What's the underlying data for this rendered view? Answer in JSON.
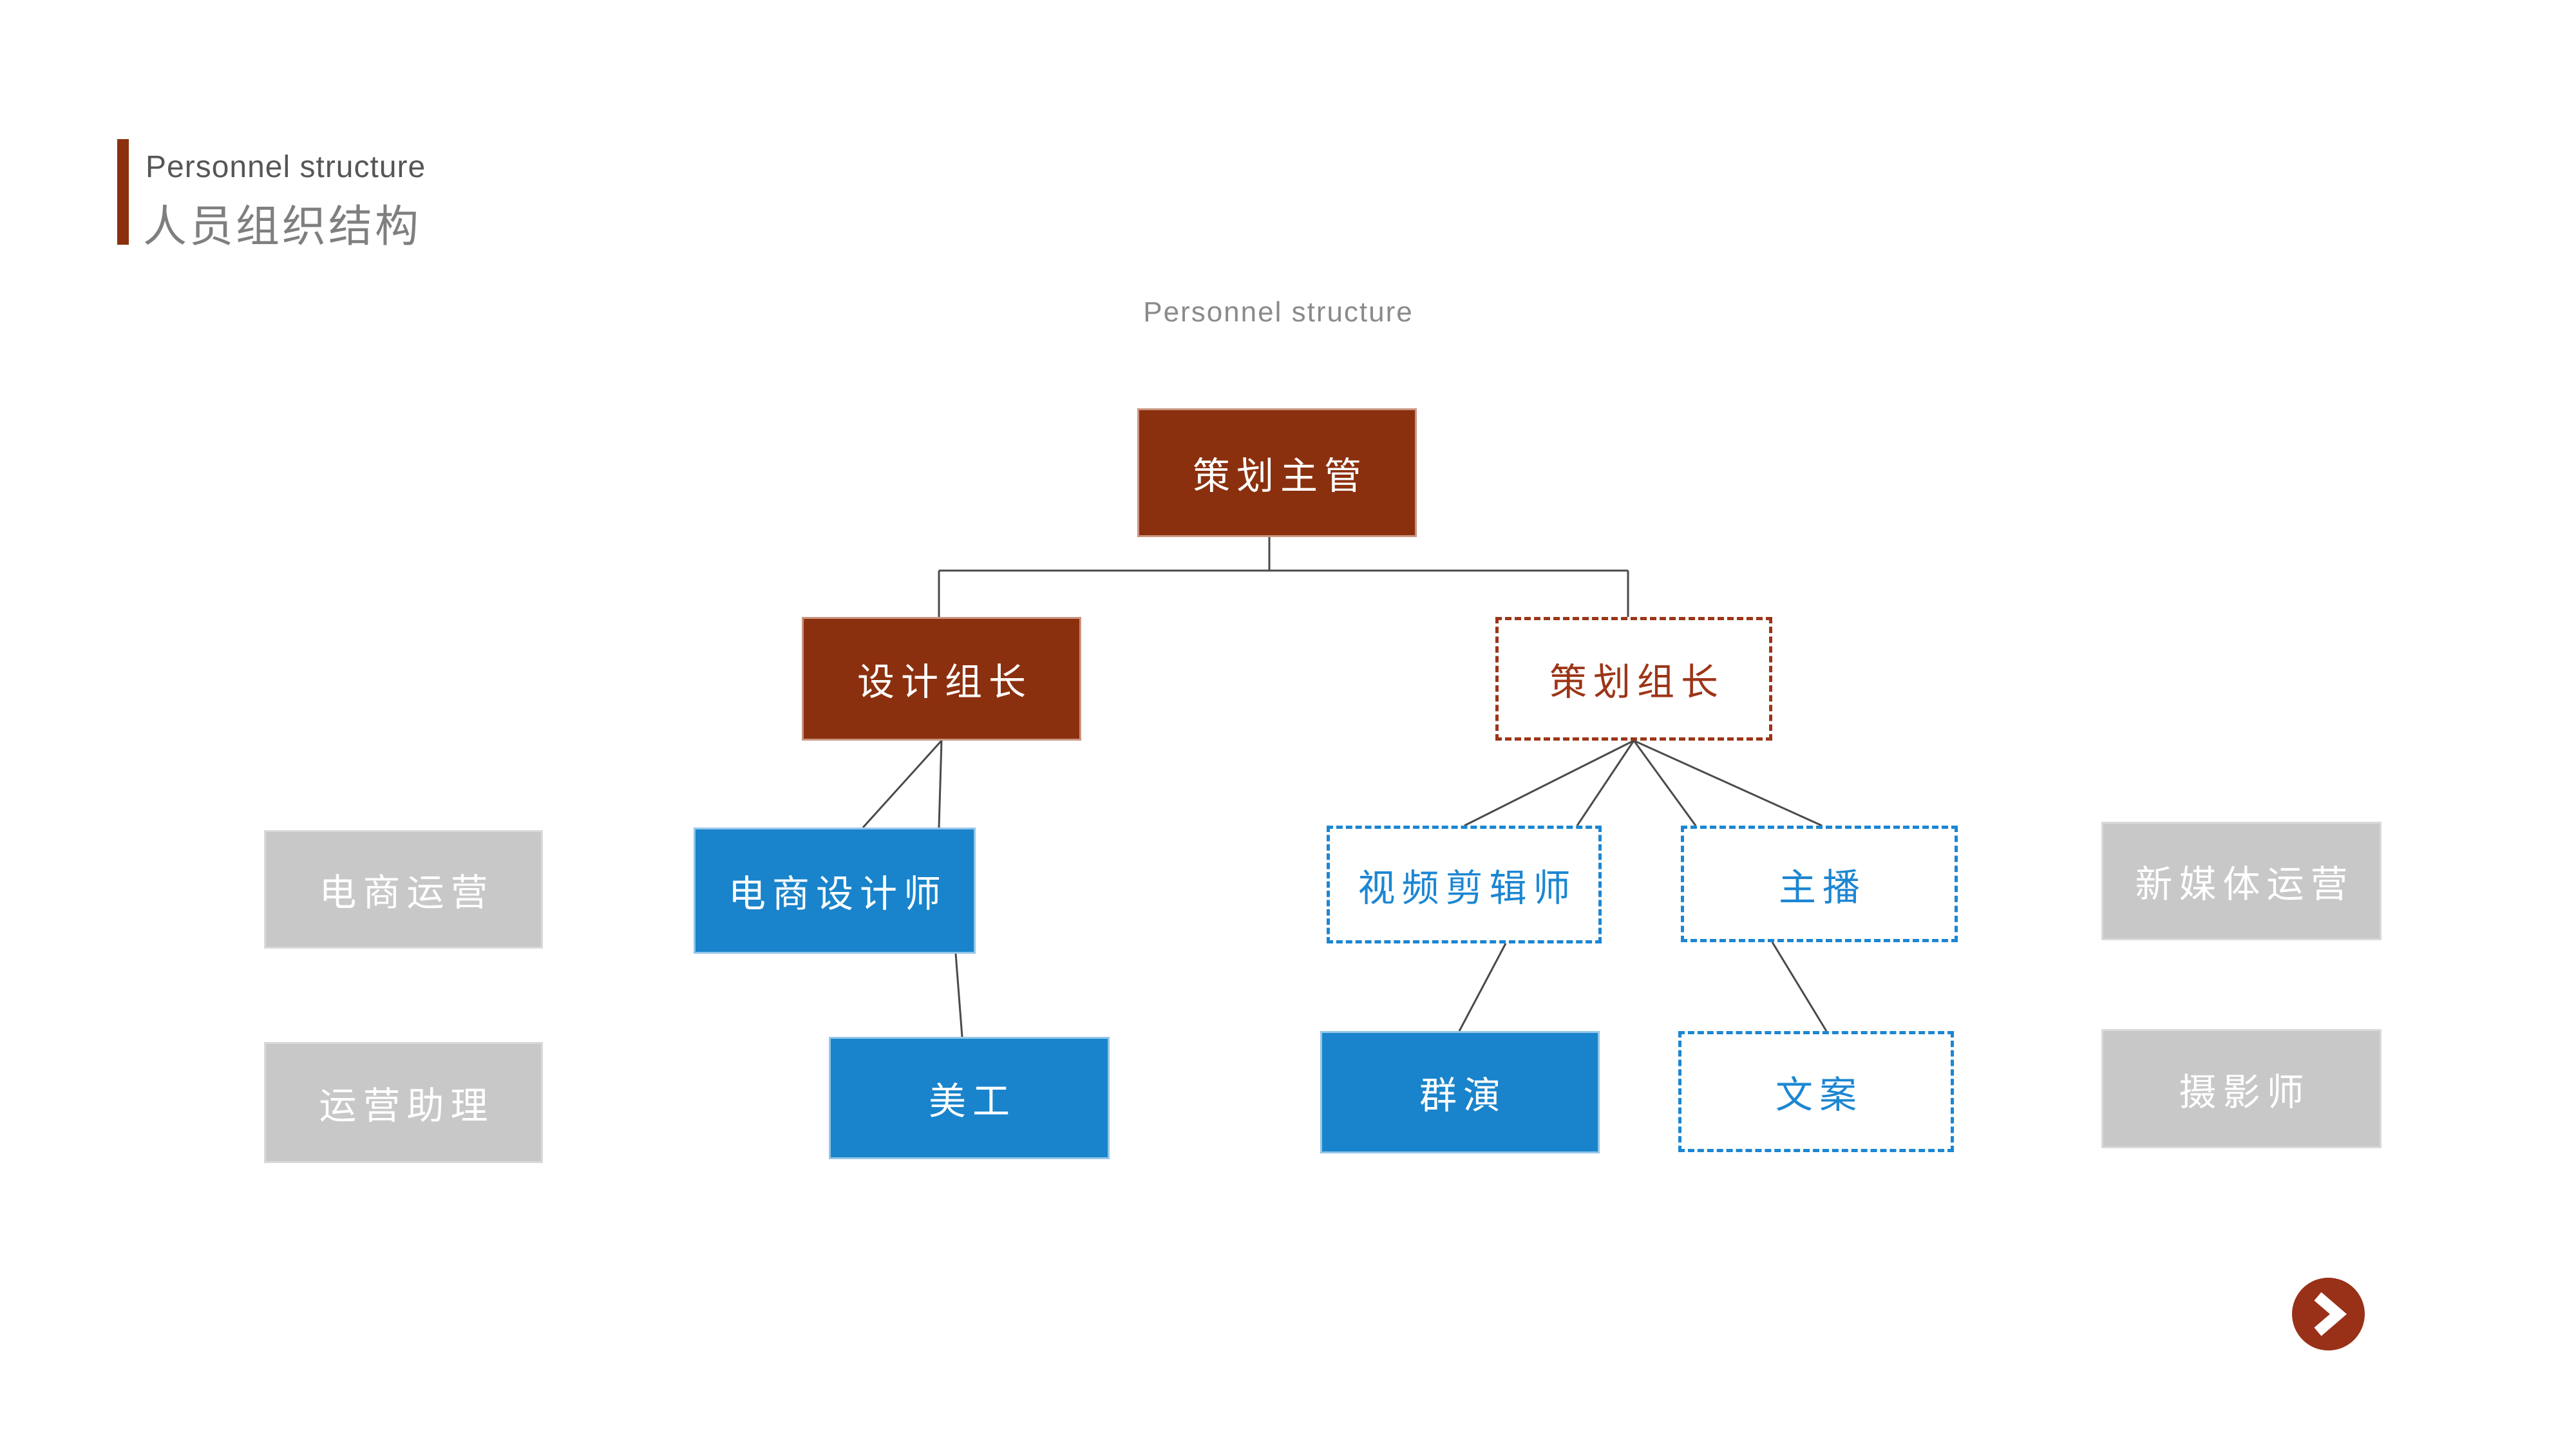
{
  "header": {
    "title_en": "Personnel structure",
    "title_zh": "人员组织结构"
  },
  "diagram": {
    "caption": "Personnel structure",
    "nodes": [
      {
        "id": "planning-supervisor",
        "label": "策划主管",
        "variant": "solid-red",
        "level": 1
      },
      {
        "id": "design-team-leader",
        "label": "设计组长",
        "variant": "solid-red",
        "level": 2
      },
      {
        "id": "planning-team-leader",
        "label": "策划组长",
        "variant": "dashed-red",
        "level": 2
      },
      {
        "id": "ecommerce-operations",
        "label": "电商运营",
        "variant": "gray",
        "level": 3
      },
      {
        "id": "ecommerce-designer",
        "label": "电商设计师",
        "variant": "solid-blue",
        "level": 3
      },
      {
        "id": "video-editor",
        "label": "视频剪辑师",
        "variant": "dashed-blue",
        "level": 3
      },
      {
        "id": "live-streamer",
        "label": "主播",
        "variant": "dashed-blue",
        "level": 3
      },
      {
        "id": "new-media-operations",
        "label": "新媒体运营",
        "variant": "gray",
        "level": 3
      },
      {
        "id": "operations-assistant",
        "label": "运营助理",
        "variant": "gray",
        "level": 4
      },
      {
        "id": "graphic-artist",
        "label": "美工",
        "variant": "solid-blue",
        "level": 4
      },
      {
        "id": "background-actors",
        "label": "群演",
        "variant": "solid-blue",
        "level": 4
      },
      {
        "id": "copywriter",
        "label": "文案",
        "variant": "dashed-blue",
        "level": 4
      },
      {
        "id": "photographer",
        "label": "摄影师",
        "variant": "gray",
        "level": 4
      }
    ],
    "edges": [
      {
        "from": "planning-supervisor",
        "to": "design-team-leader"
      },
      {
        "from": "planning-supervisor",
        "to": "planning-team-leader"
      },
      {
        "from": "design-team-leader",
        "to": "ecommerce-designer"
      },
      {
        "from": "ecommerce-designer",
        "to": "graphic-artist"
      },
      {
        "from": "planning-team-leader",
        "to": "video-editor"
      },
      {
        "from": "planning-team-leader",
        "to": "live-streamer"
      },
      {
        "from": "video-editor",
        "to": "background-actors"
      },
      {
        "from": "live-streamer",
        "to": "copywriter"
      }
    ]
  },
  "nav": {
    "next_button_icon": "chevron-right-icon"
  },
  "colors": {
    "accent_red": "#8B300E",
    "dashed_red": "#9C3517",
    "solid_blue": "#1984CB",
    "dashed_blue": "#1C86D2",
    "gray_box": "#C8C8C8",
    "connector": "#4A4A4A",
    "next_button": "#993018",
    "title_en": "#565656",
    "title_zh": "#7F7F7F",
    "caption": "#8A8A8A"
  }
}
